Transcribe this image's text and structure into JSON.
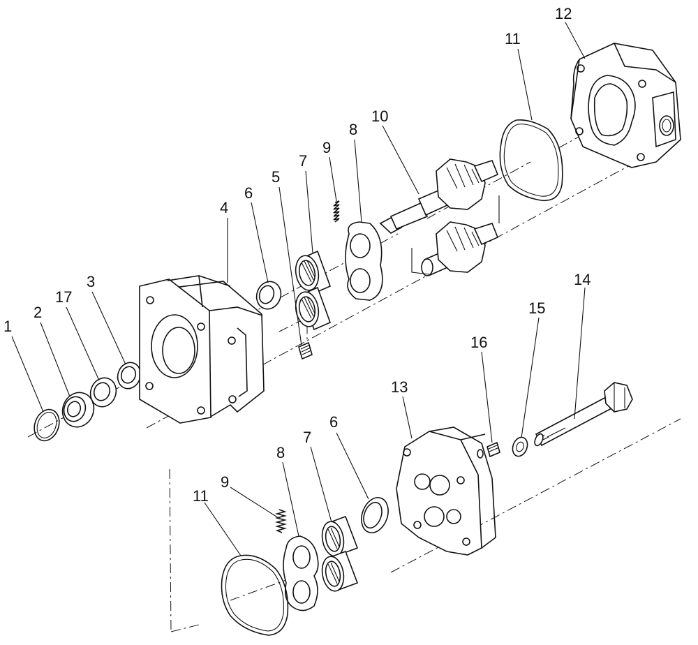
{
  "callouts": {
    "c1": "1",
    "c2": "2",
    "c17": "17",
    "c3": "3",
    "c4": "4",
    "c6a": "6",
    "c5": "5",
    "c7a": "7",
    "c9a": "9",
    "c8a": "8",
    "c10": "10",
    "c11a": "11",
    "c12": "12",
    "c14": "14",
    "c15": "15",
    "c16": "16",
    "c13": "13",
    "c6b": "6",
    "c7b": "7",
    "c8b": "8",
    "c9b": "9",
    "c11b": "11"
  }
}
